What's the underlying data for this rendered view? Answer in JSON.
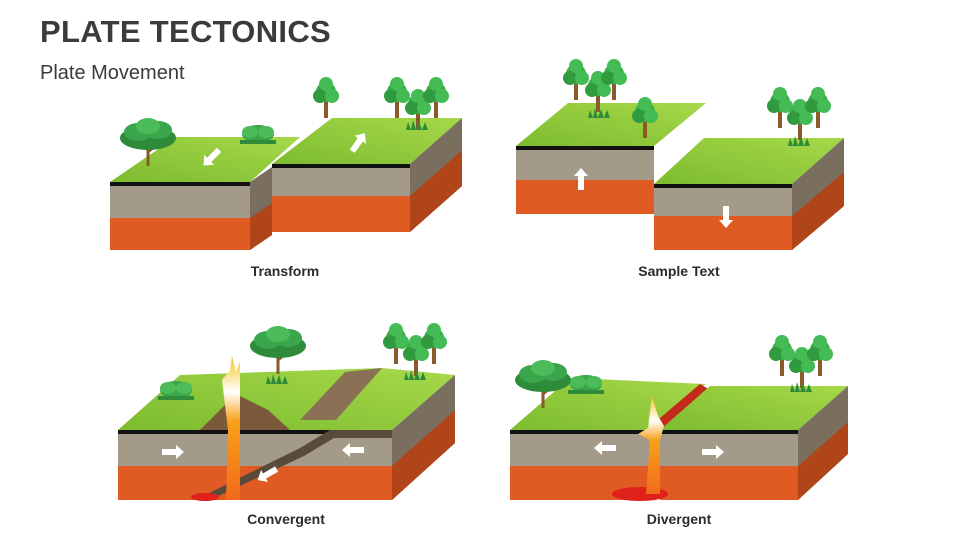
{
  "title": "PLATE TECTONICS",
  "subtitle": "Plate Movement",
  "diagrams": [
    {
      "id": "transform",
      "label": "Transform"
    },
    {
      "id": "sample",
      "label": "Sample Text"
    },
    {
      "id": "convergent",
      "label": "Convergent"
    },
    {
      "id": "divergent",
      "label": "Divergent"
    }
  ],
  "colors": {
    "grass_light": "#8cc63f",
    "grass_dark": "#5a9e1a",
    "crust_top": "#111111",
    "crust": "#a49a8a",
    "crust_side": "#7a6f5f",
    "mantle": "#e05a24",
    "mantle_side": "#b1451a",
    "magma": "#f47b20",
    "tree": "#3aae4a",
    "trunk": "#8b5a2b",
    "arrow": "#ffffff"
  }
}
